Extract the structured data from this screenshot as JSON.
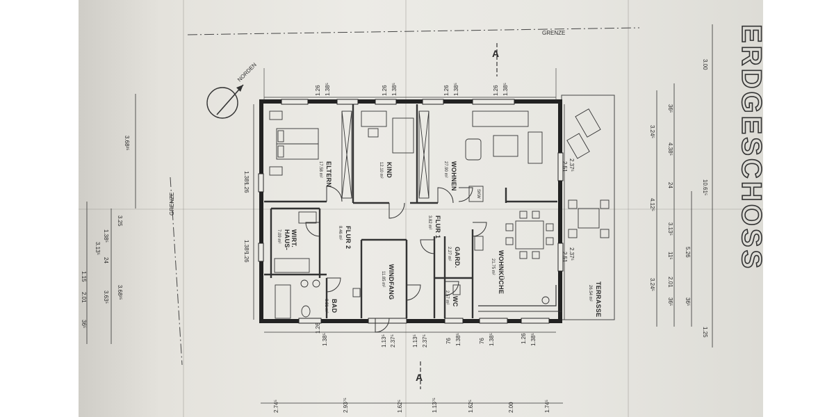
{
  "drawing": {
    "title": "ERDGESCHOSS",
    "north_label": "NORDEN",
    "boundary_labels": [
      "GRENZE",
      "GRENZE"
    ],
    "section_marker": "A",
    "equipment_label": "SKW"
  },
  "rooms": [
    {
      "name": "ELTERN",
      "area": "17.58 m²"
    },
    {
      "name": "KIND",
      "area": "12.10 m²"
    },
    {
      "name": "WOHNEN",
      "area": "27.90 m²"
    },
    {
      "name": "HAUS-",
      "name2": "WIRT.",
      "area": "7.09 m²"
    },
    {
      "name": "FLUR 2",
      "area": "8.46 m²"
    },
    {
      "name": "FLUR 1",
      "area": "3.82 m²"
    },
    {
      "name": "GARD.",
      "area": "2.27 m²"
    },
    {
      "name": "WINDFANG",
      "area": "11.85 m²"
    },
    {
      "name": "WC",
      "area": "2.57 m²"
    },
    {
      "name": "WOHNKÜCHE",
      "area": "21.75 m²"
    },
    {
      "name": "BAD",
      "area": "8.31 m²"
    },
    {
      "name": "TERRASSE",
      "area": "26.54 m²"
    }
  ],
  "dimensions": {
    "top": [
      "1.26",
      "1.38⁵",
      "1.26",
      "1.38⁵",
      "1.26",
      "1.38⁵",
      "1.26",
      "1.38⁵"
    ],
    "bottom_openings": [
      "1.26",
      "1.38⁵",
      "1.13⁵",
      "2.37⁵",
      "1.13⁵",
      "2.37⁵",
      "76",
      "1.38⁵",
      "76",
      "1.38⁵",
      "1.26",
      "1.38⁵"
    ],
    "left_wall": [
      "1.38⁵",
      "1.26",
      "1.38⁵",
      "1.26"
    ],
    "left_outer": [
      "3.68²⁵",
      "3.25",
      "3.68²⁵",
      "3.13⁵",
      "1.38⁵",
      "24",
      "1.15",
      "2.01",
      "3.63⁵",
      "36⁵"
    ],
    "right_wall": [
      "2.37⁵",
      "2.51",
      "2.37⁵",
      "2.51"
    ],
    "right_outer": [
      "3.00",
      "3.24⁵",
      "36⁵",
      "4.38⁵",
      "24",
      "4.12⁵",
      "3.13⁵",
      "10.61⁵",
      "11⁵",
      "5.26",
      "3.24⁵",
      "2.01",
      "36⁵",
      "36⁵",
      "1.25"
    ],
    "bottom_outer": [
      "2.74⁵",
      "2.93⁷⁵",
      "1.62⁵",
      "1.13⁷⁵",
      "1.62⁵",
      "2.00",
      "1.74⁵"
    ]
  }
}
